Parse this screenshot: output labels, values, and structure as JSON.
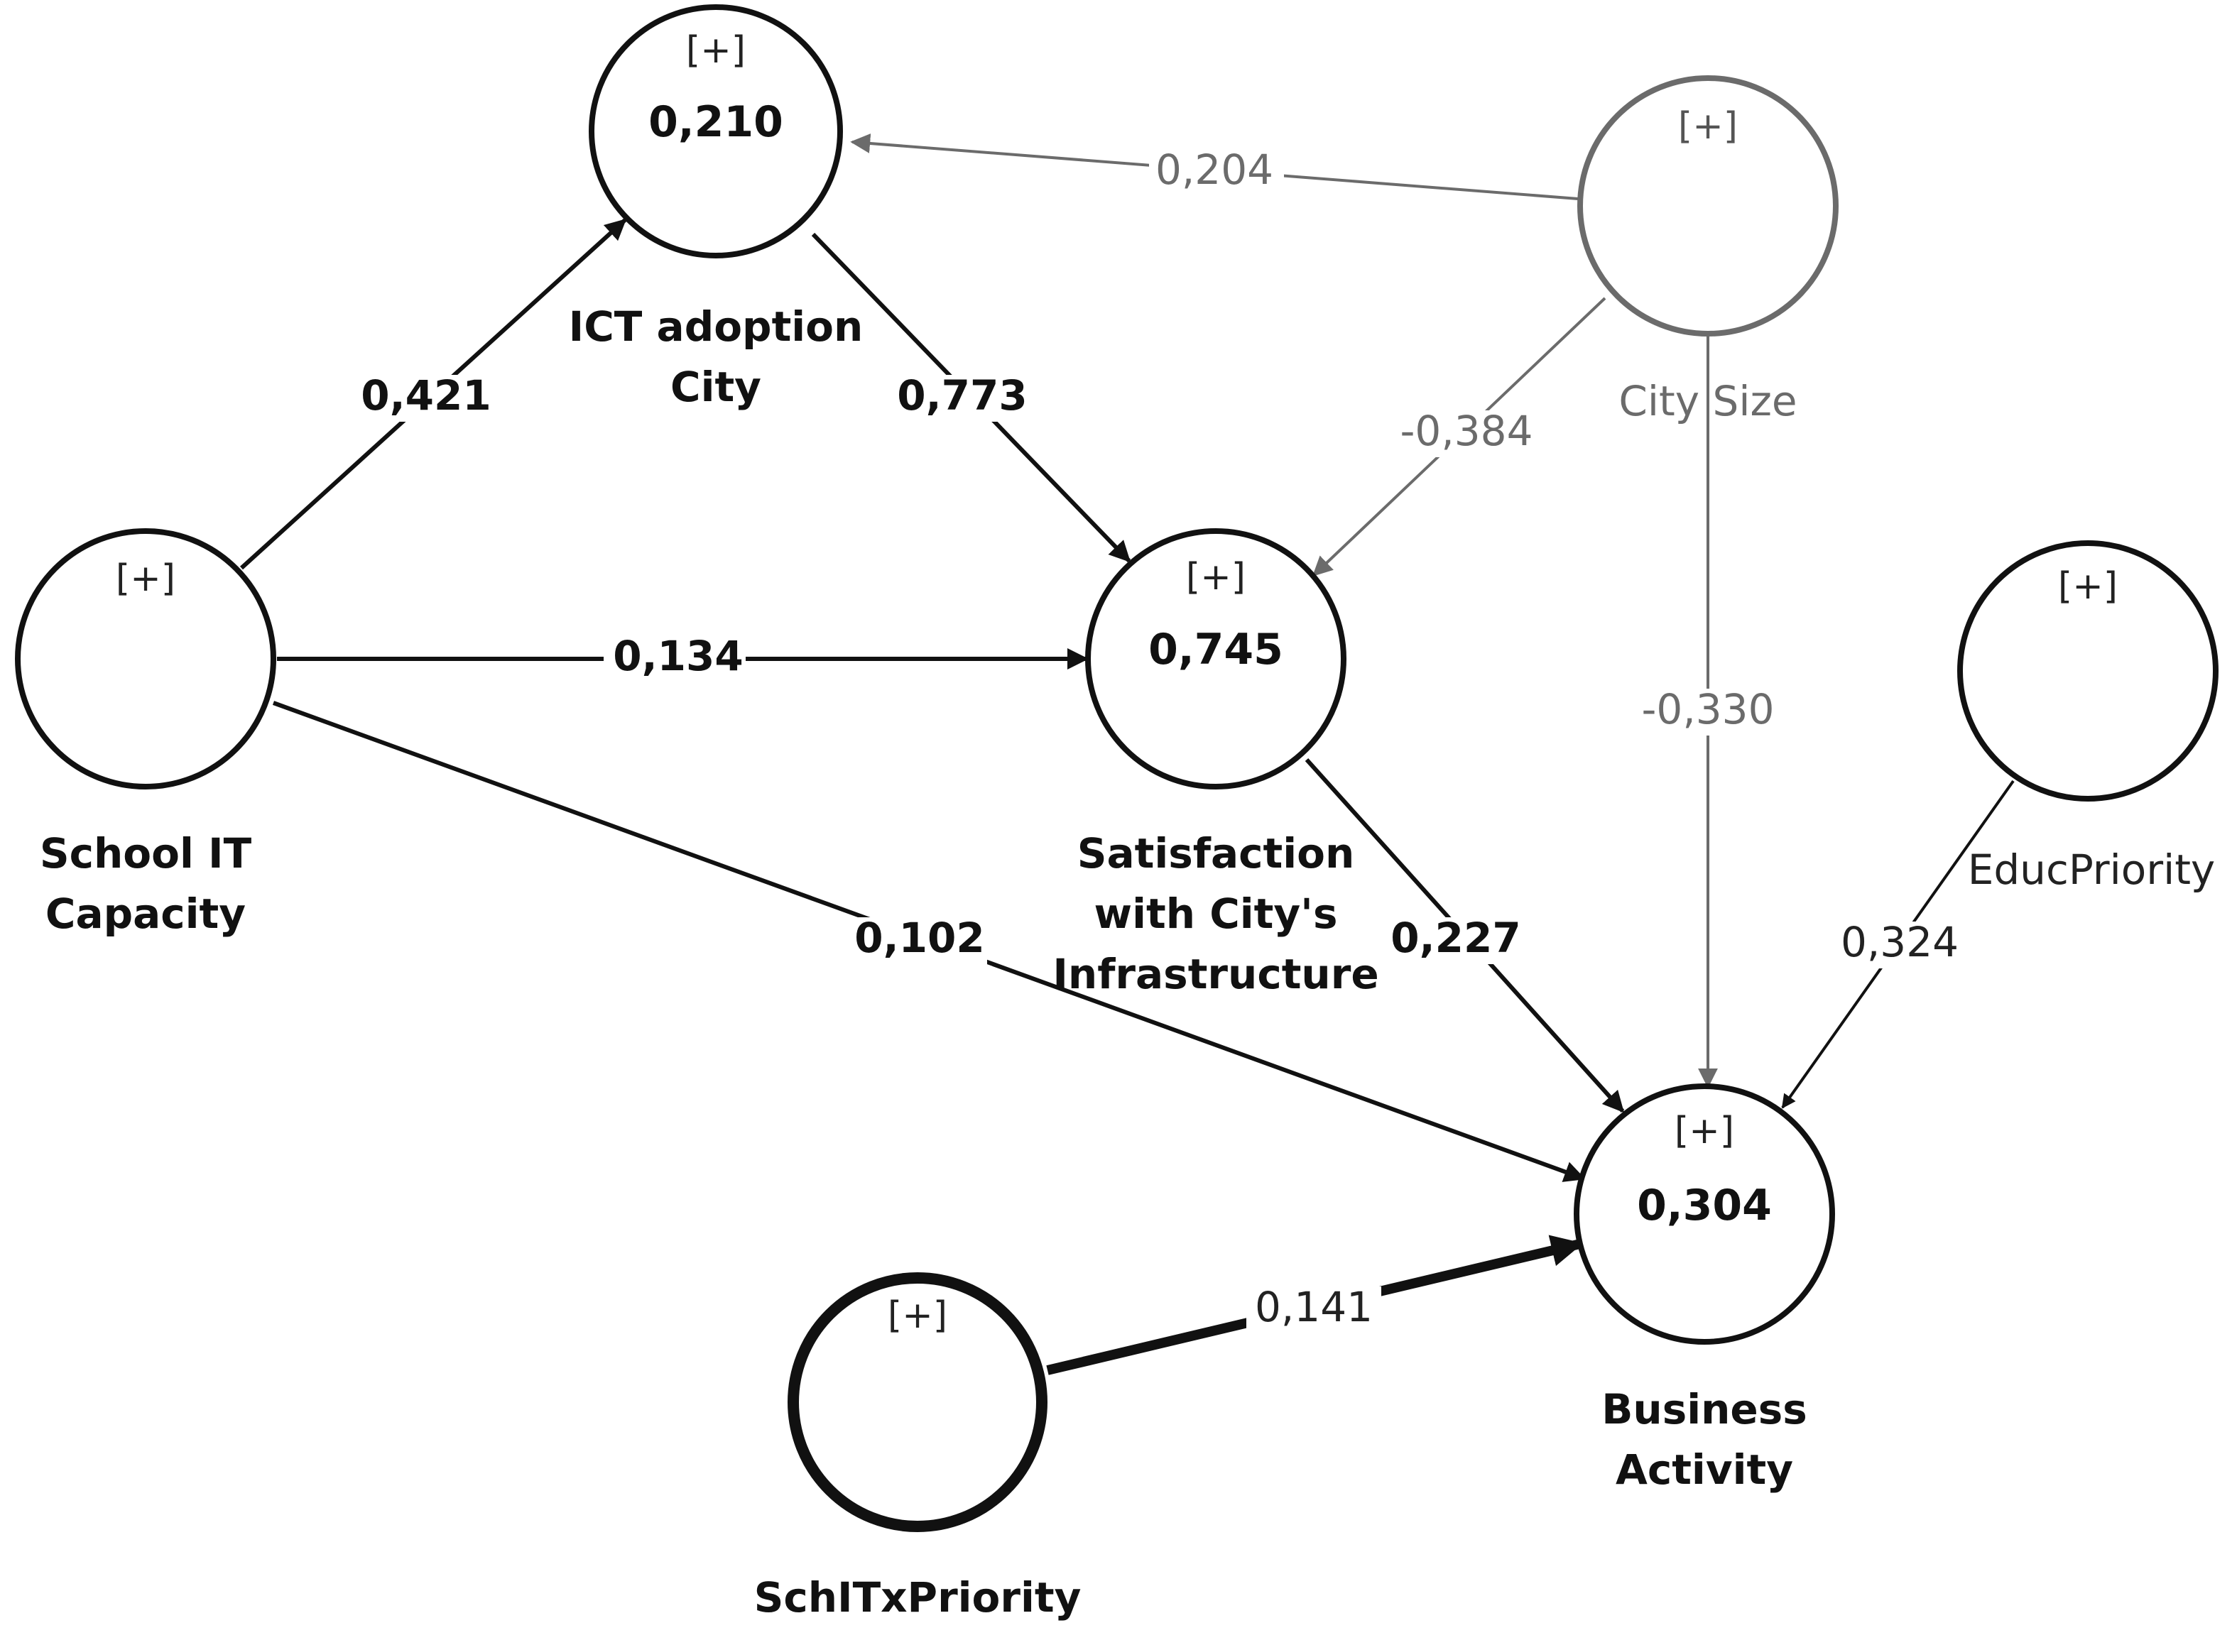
{
  "nodes": {
    "ict": {
      "expand": "[+]",
      "r2": "0,210",
      "name_lines": [
        "ICT adoption",
        "City"
      ]
    },
    "citysize": {
      "expand": "[+]",
      "name_lines": [
        "City Size"
      ]
    },
    "school": {
      "expand": "[+]",
      "name_lines": [
        "School IT",
        "Capacity"
      ]
    },
    "satisfaction": {
      "expand": "[+]",
      "r2": "0,745",
      "name_lines": [
        "Satisfaction",
        "with City's",
        "Infrastructure"
      ]
    },
    "educ": {
      "expand": "[+]",
      "name_lines": [
        "EducPriority"
      ]
    },
    "business": {
      "expand": "[+]",
      "r2": "0,304",
      "name_lines": [
        "Business",
        "Activity"
      ]
    },
    "schitx": {
      "expand": "[+]",
      "name_lines": [
        "SchITxPriority"
      ]
    }
  },
  "paths": {
    "school_to_ict": "0,421",
    "ict_to_satisfaction": "0,773",
    "citysize_to_ict": "0,204",
    "citysize_to_satisfaction": "-0,384",
    "school_to_satisfaction": "0,134",
    "citysize_to_business": "-0,330",
    "school_to_business": "0,102",
    "satisfaction_to_business": "0,227",
    "educ_to_business": "0,324",
    "schitx_to_business": "0,141"
  },
  "colors": {
    "primary": "#111111",
    "moderator": "#6b6b6b",
    "background": "#ffffff"
  }
}
